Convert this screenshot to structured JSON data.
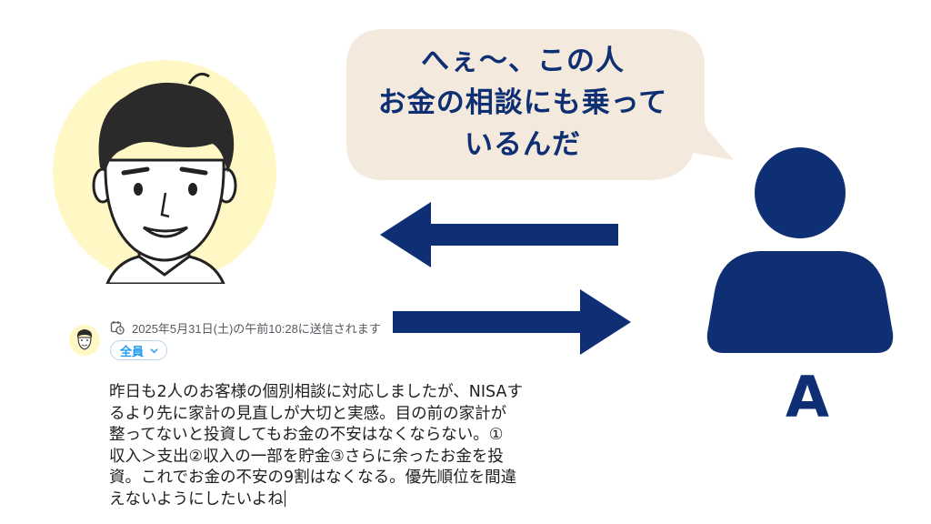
{
  "bubble": {
    "lines": [
      "へぇ～、この人",
      "お金の相談にも乗って",
      "いるんだ"
    ]
  },
  "person": {
    "label": "A"
  },
  "post": {
    "schedule_text": "2025年5月31日(土)の午前10:28に送信されます",
    "audience_label": "全員",
    "body_lines": [
      "昨日も2人のお客様の個別相談に対応しましたが、NISAす",
      "るより先に家計の見直しが大切と実感。目の前の家計が",
      "整ってないと投資してもお金の不安はなくならない。①",
      "収入＞支出②収入の一部を貯金③さらに余ったお金を投",
      "資。これでお金の不安の9割はなくなる。優先順位を間違",
      "えないようにしたいよね"
    ]
  },
  "colors": {
    "navy": "#0e2f73",
    "bubble_bg": "#f3e9dc",
    "avatar_bg": "#fff8c4",
    "accent": "#1d9bf0"
  },
  "icons": {
    "schedule": "calendar-clock-icon",
    "audience_toggle": "chevron-down-icon"
  }
}
